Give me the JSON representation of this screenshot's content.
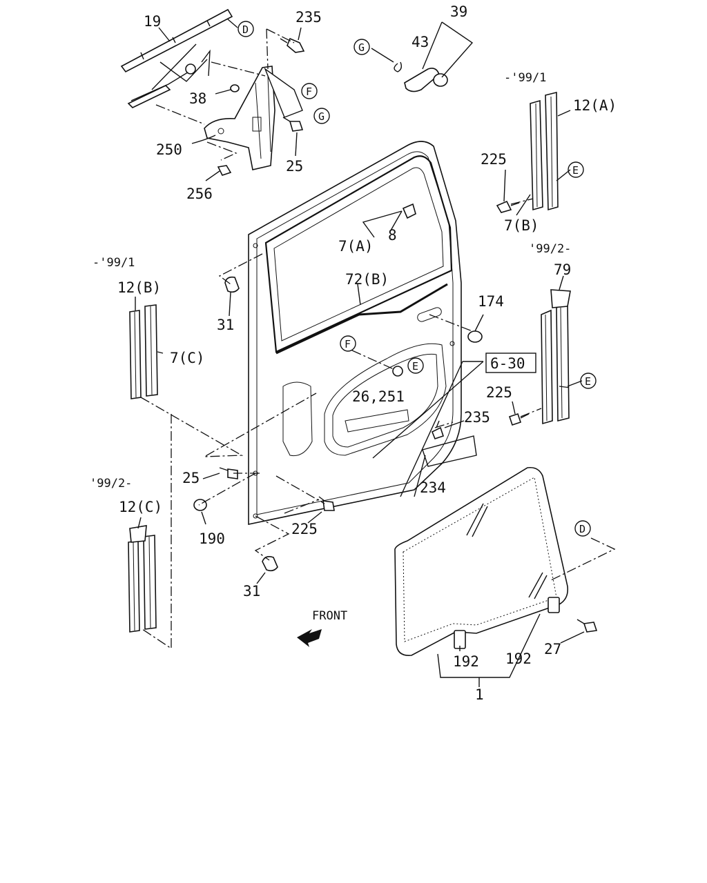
{
  "diagram": {
    "front_label": "FRONT",
    "labels": {
      "p19": "19",
      "p235_top": "235",
      "p39": "39",
      "p43": "43",
      "p38": "38",
      "p250": "250",
      "p25_top": "25",
      "p256": "256",
      "p225_topright": "225",
      "p12A": "12(A)",
      "p7B": "7(B)",
      "p7A": "7(A)",
      "p8": "8",
      "p72B": "72(B)",
      "p174": "174",
      "p12B": "12(B)",
      "p7C": "7(C)",
      "p31_top": "31",
      "p79": "79",
      "p6_30": "6-30",
      "p26_251": "26,251",
      "p225_right": "225",
      "p235_mid": "235",
      "p234": "234",
      "p25_mid": "25",
      "p190": "190",
      "p225_bottom": "225",
      "p12C": "12(C)",
      "p31_bottom": "31",
      "p192_left": "192",
      "p192_right": "192",
      "p27": "27",
      "p1": "1"
    },
    "date_notes": {
      "until_99_1_right": "-'99/1",
      "from_99_2_right": "'99/2-",
      "until_99_1_left": "-'99/1",
      "from_99_2_left": "'99/2-"
    },
    "callouts": {
      "D_top": "D",
      "F_top": "F",
      "G_top": "G",
      "G_left": "G",
      "E_topright": "E",
      "E_right": "E",
      "F_mid": "F",
      "E_mid": "E",
      "D_glass": "D"
    }
  }
}
